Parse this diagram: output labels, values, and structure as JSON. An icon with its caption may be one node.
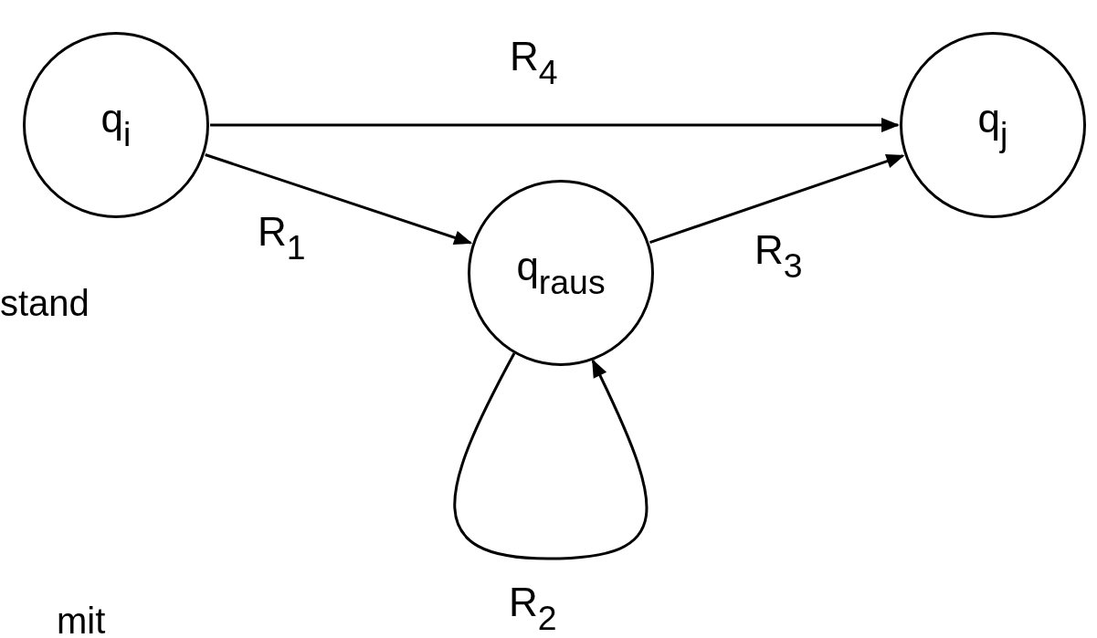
{
  "diagram": {
    "nodes": [
      {
        "text": [
          "q$_{i}$"
        ]
      },
      {
        "text": [
          "q$_{j}$"
        ]
      },
      {
        "text": [
          "q$_{raus}$"
        ]
      }
    ],
    "edges": [
      {
        "from": 0,
        "to": 1,
        "arrow": "to",
        "label": "R$_{4}$"
      },
      {
        "from": 0,
        "to": 2,
        "arrow": "to",
        "label": "R$_{1}$"
      },
      {
        "from": 2,
        "to": 1,
        "arrow": "to",
        "label": "R$_{3}$"
      },
      {
        "from": 2,
        "to": 2,
        "arrow": "to",
        "label": "R$_{2}$"
      }
    ],
    "labels": [
      "stand",
      "mit"
    ]
  }
}
